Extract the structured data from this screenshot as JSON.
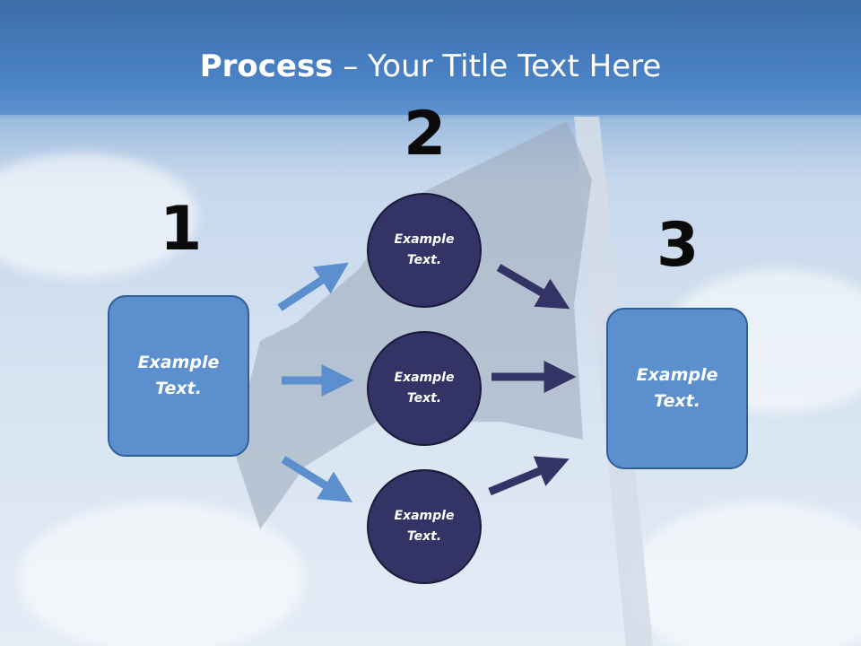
{
  "title": {
    "bold": "Process",
    "rest": " – Your Title Text Here"
  },
  "numbers": [
    "1",
    "2",
    "3"
  ],
  "left_box": "Example Text.",
  "circles": [
    "Example Text.",
    "Example Text.",
    "Example Text."
  ],
  "right_box": "Example Text.",
  "colors": {
    "box": "#5b8fcd",
    "circle": "#333366",
    "light_arrow": "#5b8fcd",
    "dark_arrow": "#333366",
    "banner": "#4a7fbf"
  }
}
